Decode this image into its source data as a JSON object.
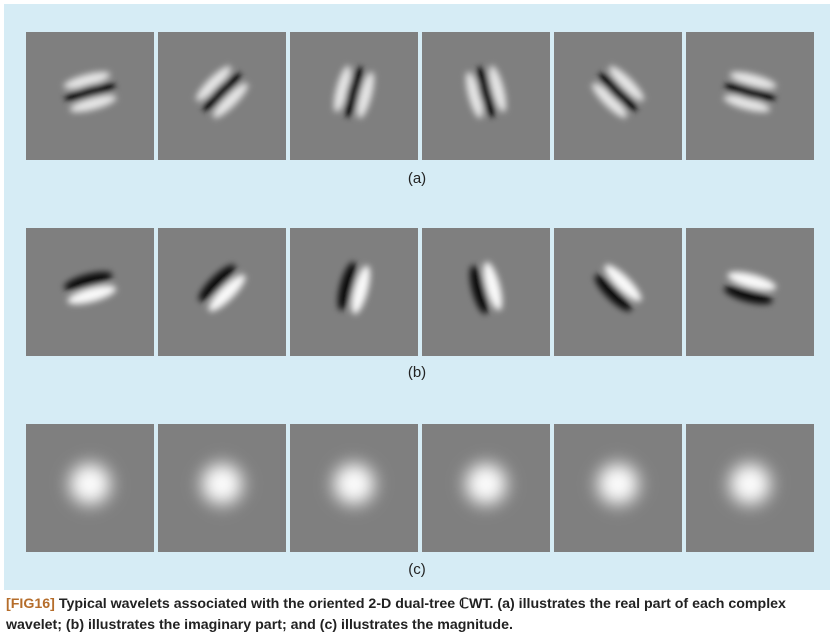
{
  "figure": {
    "tile_background": "#7f7f7f",
    "panel_background": "#d6ecf5",
    "rows": [
      {
        "label": "(a)",
        "kind": "real",
        "orientations_deg": [
          75,
          45,
          15,
          -15,
          -45,
          -75
        ]
      },
      {
        "label": "(b)",
        "kind": "imaginary",
        "orientations_deg": [
          75,
          45,
          15,
          -15,
          -45,
          -75
        ]
      },
      {
        "label": "(c)",
        "kind": "magnitude",
        "orientations_deg": [
          75,
          45,
          15,
          -15,
          -45,
          -75
        ]
      }
    ]
  },
  "caption": {
    "fig_label": "[FIG16]",
    "text": "Typical wavelets associated with the oriented 2-D dual-tree ℂWT. (a) illustrates the real part of each complex wavelet; (b) illustrates the imaginary part; and (c) illustrates the magnitude."
  }
}
